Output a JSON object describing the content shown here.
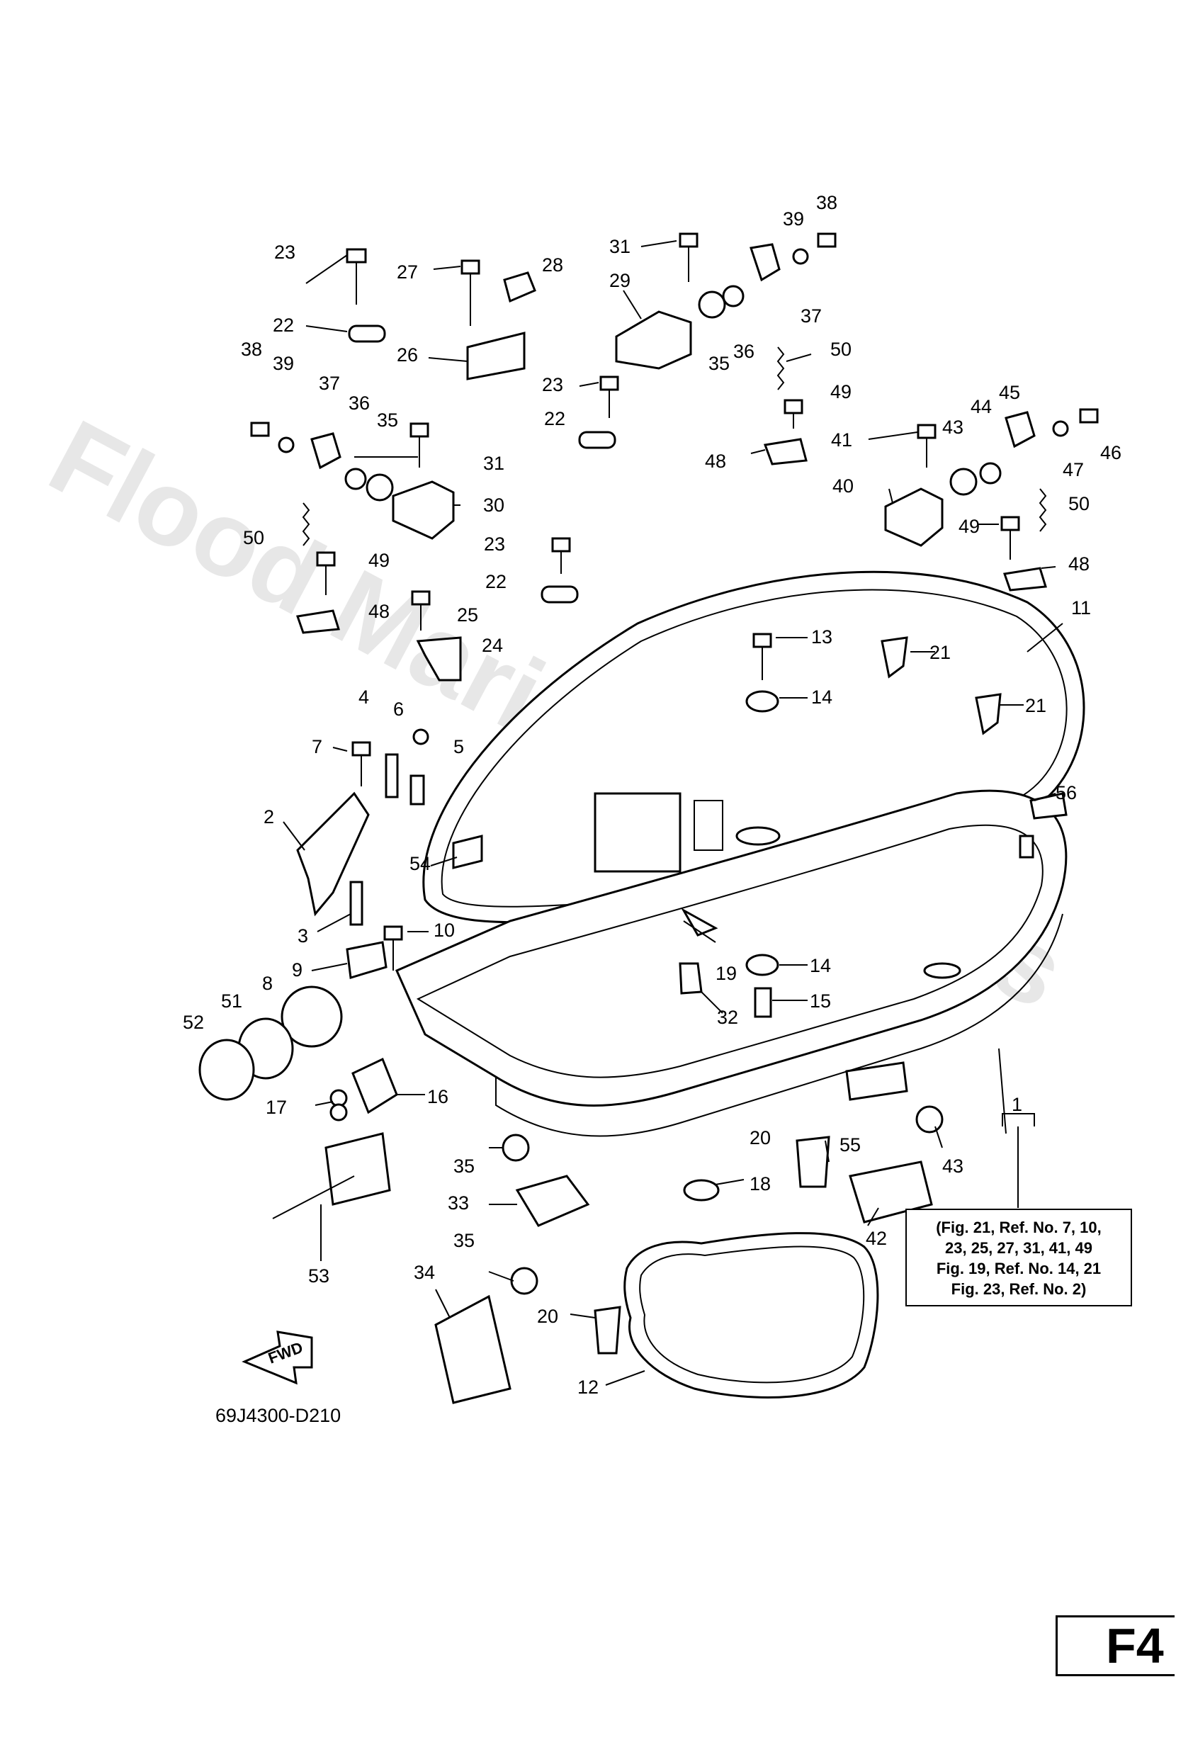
{
  "watermark": "Flood Marine Services",
  "fwd_label": "FWD",
  "diagram_code": "69J4300-D210",
  "page_tag": "F4",
  "reference_note": [
    "(Fig. 21, Ref. No. 7, 10,",
    "23, 25, 27, 31, 41, 49",
    "Fig. 19, Ref. No. 14, 21",
    "Fig. 23, Ref. No. 2)"
  ],
  "callouts": [
    {
      "id": "c38a",
      "text": "38"
    },
    {
      "id": "c39a",
      "text": "39"
    },
    {
      "id": "c31a",
      "text": "31"
    },
    {
      "id": "c23a",
      "text": "23"
    },
    {
      "id": "c28",
      "text": "28"
    },
    {
      "id": "c27",
      "text": "27"
    },
    {
      "id": "c29",
      "text": "29"
    },
    {
      "id": "c37a",
      "text": "37"
    },
    {
      "id": "c22a",
      "text": "22"
    },
    {
      "id": "c26",
      "text": "26"
    },
    {
      "id": "c35a",
      "text": "35"
    },
    {
      "id": "c36a",
      "text": "36"
    },
    {
      "id": "c50a",
      "text": "50"
    },
    {
      "id": "c38b",
      "text": "38"
    },
    {
      "id": "c39b",
      "text": "39"
    },
    {
      "id": "c37b",
      "text": "37"
    },
    {
      "id": "c23b",
      "text": "23"
    },
    {
      "id": "c49a",
      "text": "49"
    },
    {
      "id": "c36b",
      "text": "36"
    },
    {
      "id": "c35b",
      "text": "35"
    },
    {
      "id": "c22b",
      "text": "22"
    },
    {
      "id": "c44",
      "text": "44"
    },
    {
      "id": "c45",
      "text": "45"
    },
    {
      "id": "c43a",
      "text": "43"
    },
    {
      "id": "c41",
      "text": "41"
    },
    {
      "id": "c46",
      "text": "46"
    },
    {
      "id": "c48a",
      "text": "48"
    },
    {
      "id": "c31b",
      "text": "31"
    },
    {
      "id": "c47",
      "text": "47"
    },
    {
      "id": "c40",
      "text": "40"
    },
    {
      "id": "c30",
      "text": "30"
    },
    {
      "id": "c50b",
      "text": "50"
    },
    {
      "id": "c50c",
      "text": "50"
    },
    {
      "id": "c49b",
      "text": "49"
    },
    {
      "id": "c23c",
      "text": "23"
    },
    {
      "id": "c49c",
      "text": "49"
    },
    {
      "id": "c48b",
      "text": "48"
    },
    {
      "id": "c22c",
      "text": "22"
    },
    {
      "id": "c11",
      "text": "11"
    },
    {
      "id": "c48c",
      "text": "48"
    },
    {
      "id": "c25",
      "text": "25"
    },
    {
      "id": "c13",
      "text": "13"
    },
    {
      "id": "c24",
      "text": "24"
    },
    {
      "id": "c21a",
      "text": "21"
    },
    {
      "id": "c14a",
      "text": "14"
    },
    {
      "id": "c21b",
      "text": "21"
    },
    {
      "id": "c4",
      "text": "4"
    },
    {
      "id": "c6",
      "text": "6"
    },
    {
      "id": "c7",
      "text": "7"
    },
    {
      "id": "c5",
      "text": "5"
    },
    {
      "id": "c56",
      "text": "56"
    },
    {
      "id": "c2",
      "text": "2"
    },
    {
      "id": "c54",
      "text": "54"
    },
    {
      "id": "c10",
      "text": "10"
    },
    {
      "id": "c3",
      "text": "3"
    },
    {
      "id": "c9",
      "text": "9"
    },
    {
      "id": "c19",
      "text": "19"
    },
    {
      "id": "c14b",
      "text": "14"
    },
    {
      "id": "c8",
      "text": "8"
    },
    {
      "id": "c51",
      "text": "51"
    },
    {
      "id": "c15",
      "text": "15"
    },
    {
      "id": "c32",
      "text": "32"
    },
    {
      "id": "c52",
      "text": "52"
    },
    {
      "id": "c16",
      "text": "16"
    },
    {
      "id": "c17",
      "text": "17"
    },
    {
      "id": "c1",
      "text": "1"
    },
    {
      "id": "c20a",
      "text": "20"
    },
    {
      "id": "c55",
      "text": "55"
    },
    {
      "id": "c43b",
      "text": "43"
    },
    {
      "id": "c35c",
      "text": "35"
    },
    {
      "id": "c18",
      "text": "18"
    },
    {
      "id": "c33",
      "text": "33"
    },
    {
      "id": "c42",
      "text": "42"
    },
    {
      "id": "c35d",
      "text": "35"
    },
    {
      "id": "c53",
      "text": "53"
    },
    {
      "id": "c34",
      "text": "34"
    },
    {
      "id": "c20b",
      "text": "20"
    },
    {
      "id": "c12",
      "text": "12"
    }
  ]
}
